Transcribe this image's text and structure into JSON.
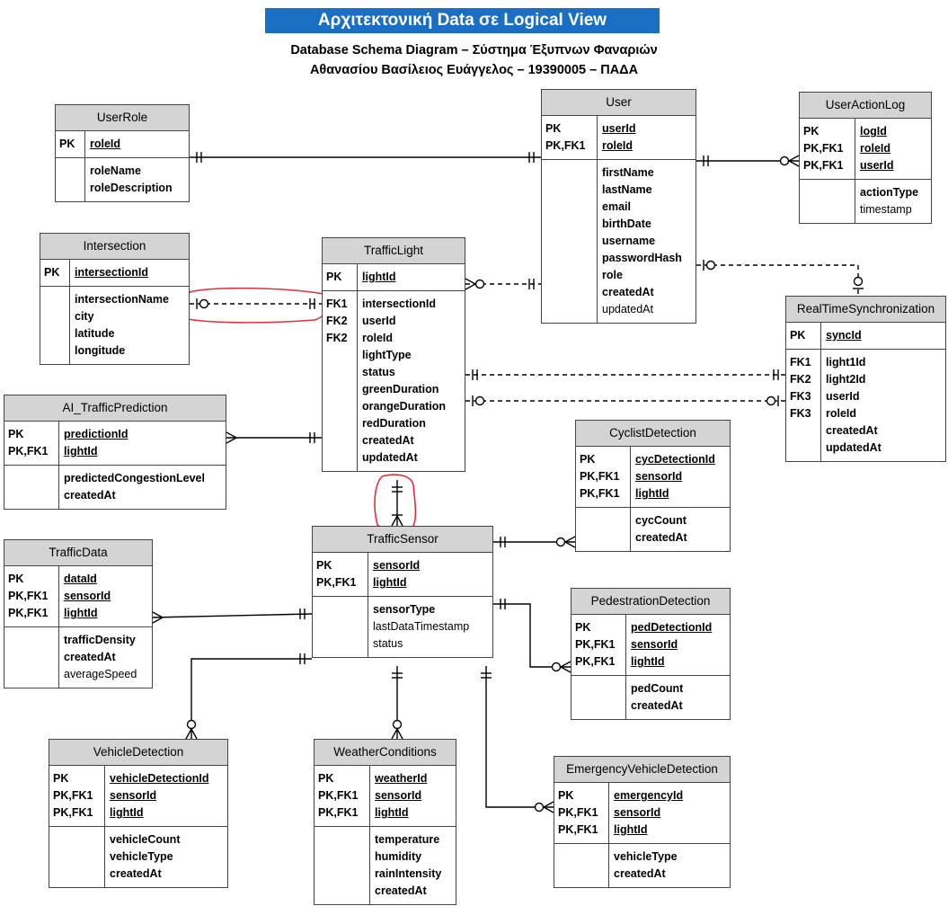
{
  "title": "Αρχιτεκτονική Data σε Logical View",
  "subtitle_line1": "Database Schema Diagram – Σύστημα Έξυπνων Φαναριών",
  "subtitle_line2": "Αθανασίου Βασίλειος Ευάγγελος – 19390005 – ΠΑΔΑ",
  "entities": [
    {
      "id": "UserRole",
      "name": "UserRole",
      "box": "",
      "key_rows": [
        {
          "k": "PK",
          "f": "roleId",
          "style": "u"
        }
      ],
      "attr_rows": [
        {
          "f": "roleName",
          "style": "b"
        },
        {
          "f": "roleDescription",
          "style": "b"
        }
      ]
    },
    {
      "id": "User",
      "name": "User",
      "key_rows": [
        {
          "k": "PK",
          "f": "userId",
          "style": "u"
        },
        {
          "k": "PK,FK1",
          "f": "roleId",
          "style": "u"
        }
      ],
      "attr_rows": [
        {
          "f": "firstName",
          "style": "b"
        },
        {
          "f": "lastName",
          "style": "b"
        },
        {
          "f": "email",
          "style": "b"
        },
        {
          "f": "birthDate",
          "style": "b"
        },
        {
          "f": "username",
          "style": "b"
        },
        {
          "f": "passwordHash",
          "style": "b"
        },
        {
          "f": "role",
          "style": "b"
        },
        {
          "f": "createdAt",
          "style": "b"
        },
        {
          "f": "updatedAt",
          "style": "n"
        }
      ]
    },
    {
      "id": "UserActionLog",
      "name": "UserActionLog",
      "key_rows": [
        {
          "k": "PK",
          "f": "logId",
          "style": "u"
        },
        {
          "k": "PK,FK1",
          "f": "roleId",
          "style": "u"
        },
        {
          "k": "PK,FK1",
          "f": "userId",
          "style": "u"
        }
      ],
      "attr_rows": [
        {
          "f": "actionType",
          "style": "b"
        },
        {
          "f": "timestamp",
          "style": "n"
        }
      ]
    },
    {
      "id": "Intersection",
      "name": "Intersection",
      "key_rows": [
        {
          "k": "PK",
          "f": "intersectionId",
          "style": "u"
        }
      ],
      "attr_rows": [
        {
          "f": "intersectionName",
          "style": "b"
        },
        {
          "f": "city",
          "style": "b"
        },
        {
          "f": "latitude",
          "style": "b"
        },
        {
          "f": "longitude",
          "style": "b"
        }
      ]
    },
    {
      "id": "TrafficLight",
      "name": "TrafficLight",
      "key_rows": [
        {
          "k": "PK",
          "f": "lightId",
          "style": "u"
        }
      ],
      "attr_keys": [
        "FK1",
        "FK2",
        "FK2"
      ],
      "attr_rows": [
        {
          "f": "intersectionId",
          "style": "b"
        },
        {
          "f": "userId",
          "style": "b"
        },
        {
          "f": "roleId",
          "style": "b"
        },
        {
          "f": "lightType",
          "style": "b"
        },
        {
          "f": "status",
          "style": "b"
        },
        {
          "f": "greenDuration",
          "style": "b"
        },
        {
          "f": "orangeDuration",
          "style": "b"
        },
        {
          "f": "redDuration",
          "style": "b"
        },
        {
          "f": "createdAt",
          "style": "b"
        },
        {
          "f": "updatedAt",
          "style": "b"
        }
      ]
    },
    {
      "id": "RealTimeSynchronization",
      "name": "RealTimeSynchronization",
      "key_rows": [
        {
          "k": "PK",
          "f": "syncId",
          "style": "u"
        }
      ],
      "attr_keys": [
        "FK1",
        "FK2",
        "FK3",
        "FK3"
      ],
      "attr_rows": [
        {
          "f": "light1Id",
          "style": "b"
        },
        {
          "f": "light2Id",
          "style": "b"
        },
        {
          "f": "userId",
          "style": "b"
        },
        {
          "f": "roleId",
          "style": "b"
        },
        {
          "f": "createdAt",
          "style": "b"
        },
        {
          "f": "updatedAt",
          "style": "b"
        }
      ]
    },
    {
      "id": "AI_TrafficPrediction",
      "name": "AI_TrafficPrediction",
      "key_rows": [
        {
          "k": "PK",
          "f": "predictionId",
          "style": "u"
        },
        {
          "k": "PK,FK1",
          "f": "lightId",
          "style": "u"
        }
      ],
      "attr_rows": [
        {
          "f": "predictedCongestionLevel",
          "style": "b"
        },
        {
          "f": "createdAt",
          "style": "b"
        }
      ]
    },
    {
      "id": "CyclistDetection",
      "name": "CyclistDetection",
      "key_rows": [
        {
          "k": "PK",
          "f": "cycDetectionId",
          "style": "u"
        },
        {
          "k": "PK,FK1",
          "f": "sensorId",
          "style": "u"
        },
        {
          "k": "PK,FK1",
          "f": "lightId",
          "style": "u"
        }
      ],
      "attr_rows": [
        {
          "f": "cycCount",
          "style": "b"
        },
        {
          "f": "createdAt",
          "style": "b"
        }
      ]
    },
    {
      "id": "TrafficSensor",
      "name": "TrafficSensor",
      "key_rows": [
        {
          "k": "PK",
          "f": "sensorId",
          "style": "u"
        },
        {
          "k": "PK,FK1",
          "f": "lightId",
          "style": "u"
        }
      ],
      "attr_rows": [
        {
          "f": "sensorType",
          "style": "b"
        },
        {
          "f": "lastDataTimestamp",
          "style": "n"
        },
        {
          "f": "status",
          "style": "n"
        }
      ]
    },
    {
      "id": "TrafficData",
      "name": "TrafficData",
      "key_rows": [
        {
          "k": "PK",
          "f": "dataId",
          "style": "u"
        },
        {
          "k": "PK,FK1",
          "f": "sensorId",
          "style": "u"
        },
        {
          "k": "PK,FK1",
          "f": "lightId",
          "style": "u"
        }
      ],
      "attr_rows": [
        {
          "f": "trafficDensity",
          "style": "b"
        },
        {
          "f": "createdAt",
          "style": "b"
        },
        {
          "f": "averageSpeed",
          "style": "n"
        }
      ]
    },
    {
      "id": "PedestrationDetection",
      "name": "PedestrationDetection",
      "key_rows": [
        {
          "k": "PK",
          "f": "pedDetectionId",
          "style": "u"
        },
        {
          "k": "PK,FK1",
          "f": "sensorId",
          "style": "u"
        },
        {
          "k": "PK,FK1",
          "f": "lightId",
          "style": "u"
        }
      ],
      "attr_rows": [
        {
          "f": "pedCount",
          "style": "b"
        },
        {
          "f": "createdAt",
          "style": "b"
        }
      ]
    },
    {
      "id": "VehicleDetection",
      "name": "VehicleDetection",
      "key_rows": [
        {
          "k": "PK",
          "f": "vehicleDetectionId",
          "style": "u"
        },
        {
          "k": "PK,FK1",
          "f": "sensorId",
          "style": "u"
        },
        {
          "k": "PK,FK1",
          "f": "lightId",
          "style": "u"
        }
      ],
      "attr_rows": [
        {
          "f": "vehicleCount",
          "style": "b"
        },
        {
          "f": "vehicleType",
          "style": "b"
        },
        {
          "f": "createdAt",
          "style": "b"
        }
      ]
    },
    {
      "id": "WeatherConditions",
      "name": "WeatherConditions",
      "key_rows": [
        {
          "k": "PK",
          "f": "weatherId",
          "style": "u"
        },
        {
          "k": "PK,FK1",
          "f": "sensorId",
          "style": "u"
        },
        {
          "k": "PK,FK1",
          "f": "lightId",
          "style": "u"
        }
      ],
      "attr_rows": [
        {
          "f": "temperature",
          "style": "b"
        },
        {
          "f": "humidity",
          "style": "b"
        },
        {
          "f": "rainIntensity",
          "style": "b"
        },
        {
          "f": "createdAt",
          "style": "b"
        }
      ]
    },
    {
      "id": "EmergencyVehicleDetection",
      "name": "EmergencyVehicleDetection",
      "key_rows": [
        {
          "k": "PK",
          "f": "emergencyId",
          "style": "u"
        },
        {
          "k": "PK,FK1",
          "f": "sensorId",
          "style": "u"
        },
        {
          "k": "PK,FK1",
          "f": "lightId",
          "style": "u"
        }
      ],
      "attr_rows": [
        {
          "f": "vehicleType",
          "style": "b"
        },
        {
          "f": "createdAt",
          "style": "b"
        }
      ]
    }
  ],
  "relationships": [
    {
      "from": "UserRole",
      "to": "User",
      "style": "solid",
      "from_end": "one",
      "to_end": "one"
    },
    {
      "from": "User",
      "to": "UserActionLog",
      "style": "solid",
      "from_end": "one",
      "to_end": "zero-or-many"
    },
    {
      "from": "TrafficLight",
      "to": "User",
      "style": "dashed",
      "from_end": "zero-or-many",
      "to_end": "one"
    },
    {
      "from": "User",
      "to": "RealTimeSynchronization",
      "style": "dashed",
      "from_end": "zero-or-one",
      "to_end": "zero-or-one"
    },
    {
      "from": "Intersection",
      "to": "TrafficLight",
      "style": "dashed",
      "from_end": "zero-or-one",
      "to_end": "one"
    },
    {
      "from": "TrafficLight",
      "to": "RealTimeSynchronization",
      "style": "dashed",
      "from_end": "one",
      "to_end": "one"
    },
    {
      "from": "TrafficLight",
      "to": "RealTimeSynchronization",
      "style": "dashed",
      "from_end": "zero-or-one",
      "to_end": "zero-or-one"
    },
    {
      "from": "AI_TrafficPrediction",
      "to": "TrafficLight",
      "style": "solid",
      "from_end": "many",
      "to_end": "one"
    },
    {
      "from": "TrafficLight",
      "to": "TrafficSensor",
      "style": "solid",
      "from_end": "one",
      "to_end": "one-or-many"
    },
    {
      "from": "TrafficSensor",
      "to": "CyclistDetection",
      "style": "solid",
      "from_end": "one",
      "to_end": "zero-or-many"
    },
    {
      "from": "TrafficData",
      "to": "TrafficSensor",
      "style": "solid",
      "from_end": "many",
      "to_end": "one"
    },
    {
      "from": "TrafficSensor",
      "to": "PedestrationDetection",
      "style": "solid",
      "from_end": "one",
      "to_end": "zero-or-many"
    },
    {
      "from": "TrafficSensor",
      "to": "VehicleDetection",
      "style": "solid",
      "from_end": "one",
      "to_end": "zero-or-many"
    },
    {
      "from": "TrafficSensor",
      "to": "WeatherConditions",
      "style": "solid",
      "from_end": "one",
      "to_end": "zero-or-many"
    },
    {
      "from": "TrafficSensor",
      "to": "EmergencyVehicleDetection",
      "style": "solid",
      "from_end": "one",
      "to_end": "zero-or-many"
    }
  ],
  "annotation_color": "#e0303a"
}
